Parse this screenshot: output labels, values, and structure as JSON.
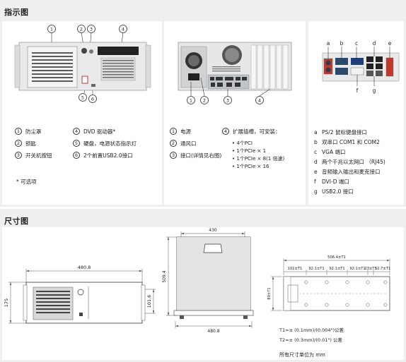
{
  "indicator": {
    "title": "指示图",
    "front": {
      "callouts": [
        "1",
        "2",
        "3",
        "4",
        "5",
        "6"
      ],
      "legend": [
        {
          "num": "1",
          "label": "防尘罩"
        },
        {
          "num": "4",
          "label": "DVD 驱动器*"
        },
        {
          "num": "2",
          "label": "锁匙"
        },
        {
          "num": "5",
          "label": "硬盘，电源状态指示灯"
        },
        {
          "num": "3",
          "label": "开关机按钮"
        },
        {
          "num": "6",
          "label": "2个前置USB2.0接口"
        }
      ],
      "note": "* 可选项"
    },
    "rear": {
      "callouts": [
        "1",
        "2",
        "3",
        "4"
      ],
      "legend": [
        {
          "num": "1",
          "label": "电源"
        },
        {
          "num": "2",
          "label": "通风口"
        },
        {
          "num": "3",
          "label": "接口(详情见右图)"
        },
        {
          "num": "4",
          "label": "扩展插槽，可安装："
        }
      ],
      "slots": [
        "• 4个PCI",
        "• 1个PCIe × 1",
        "• 1个PCIe × 8(1 倍速)",
        "• 1个PCIe × 16"
      ]
    },
    "io": {
      "callouts": [
        "a",
        "b",
        "c",
        "d",
        "e",
        "f",
        "g"
      ],
      "legend": [
        {
          "letter": "a",
          "label": "PS/2 鼠标键盘接口"
        },
        {
          "letter": "b",
          "label": "双串口 COM1 和 COM2"
        },
        {
          "letter": "c",
          "label": "VGA 端口"
        },
        {
          "letter": "d",
          "label": "两个千兆以太网口 （RJ45)"
        },
        {
          "letter": "e",
          "label": "音频输入输出和麦克接口"
        },
        {
          "letter": "f",
          "label": "DVI-D 端口"
        },
        {
          "letter": "g",
          "label": "USB2.0 接口"
        }
      ]
    }
  },
  "dimensions": {
    "title": "尺寸图",
    "front": {
      "width": "480.8",
      "height": "175",
      "inner": "101.6"
    },
    "side": {
      "top": "430",
      "height": "509.4",
      "bottom": "480.8"
    },
    "top": {
      "total": "506.4±T1",
      "segments": [
        "101±T1",
        "92.1±T1",
        "92.1±T1",
        "92.1±T1",
        "23±T1",
        "52.7±T1"
      ],
      "left": "89±T1"
    },
    "tolerances": [
      "T1=± (0.1mm)/(0.004\")公差",
      "T2=± (0.3mm)/(0.01\") 公差"
    ],
    "unit_note": "所有尺寸单位为 mm"
  }
}
